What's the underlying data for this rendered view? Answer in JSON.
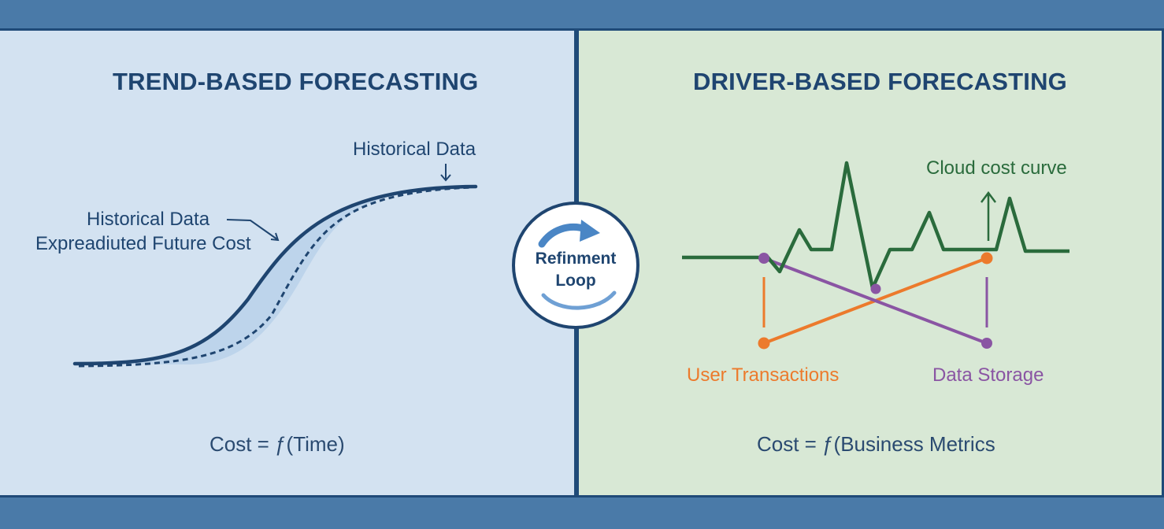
{
  "left_panel": {
    "title": "TREND-BASED FORECASTING",
    "label_historical_top": "Historical Data",
    "label_historical_mid": "Historical Data",
    "label_expedited": "Expreadiuted Future Cost",
    "formula": "Cost = ƒ(Time)"
  },
  "center": {
    "loop_line1": "Refinment",
    "loop_line2": "Loop"
  },
  "right_panel": {
    "title": "DRIVER-BASED FORECASTING",
    "label_cloud": "Cloud cost curve",
    "label_transactions": "User Transactions",
    "label_storage": "Data Storage",
    "formula": "Cost = ƒ(Business Metrics"
  },
  "colors": {
    "frame": "#4a7aa8",
    "left_bg": "#d3e2f1",
    "right_bg": "#d8e8d5",
    "navy": "#1f4570",
    "green_curve": "#2a6b3c",
    "orange": "#ec7a2c",
    "purple": "#8a55a3"
  }
}
